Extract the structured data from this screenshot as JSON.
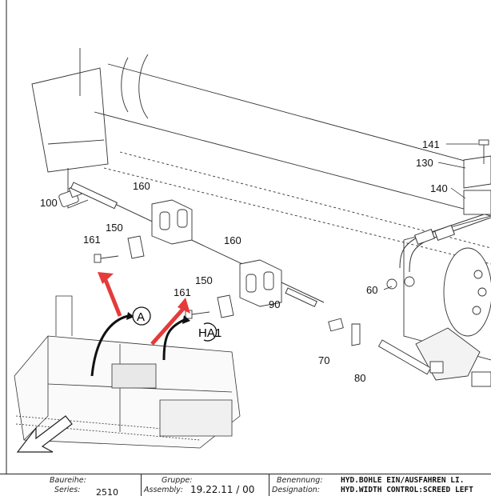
{
  "callouts": {
    "c141": "141",
    "c130": "130",
    "c140": "140",
    "c100": "100",
    "c160a": "160",
    "c161a": "161",
    "c150a": "150",
    "c160b": "160",
    "c161b": "161",
    "c150b": "150",
    "c60": "60",
    "c90": "90",
    "c70": "70",
    "c80": "80"
  },
  "markers": {
    "a": "A",
    "ha1": "HA1"
  },
  "title_block": {
    "series_label_de": "Baureihe:",
    "series_label_en": "Series:",
    "series_value": "2510",
    "group_label_de": "Gruppe:",
    "group_label_en": "Assembly:",
    "group_value": "19.22.11 / 00",
    "name_label_de": "Benennung:",
    "name_label_en": "Designation:",
    "name_de": "HYD.BOHLE EIN/AUSFAHREN LI.",
    "name_en": "HYD.WIDTH CONTROL:SCREED LEFT"
  },
  "colors": {
    "arrow_red": "#e53b3b",
    "line": "#222222"
  }
}
